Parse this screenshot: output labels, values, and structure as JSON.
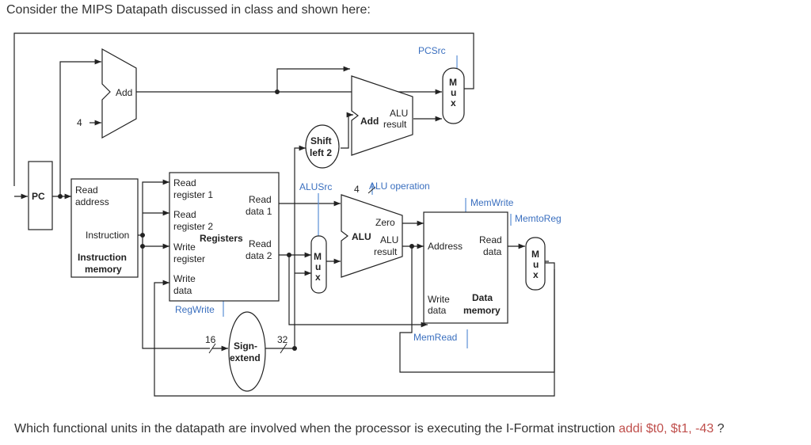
{
  "intro_text": "Consider the MIPS Datapath discussed in class and shown here:",
  "question": {
    "prefix": "Which functional units in the datapath are involved when the processor is executing the I-Format instruction ",
    "instruction": "addi $t0, $t1, -43",
    "suffix": " ?"
  },
  "datapath": {
    "pc": "PC",
    "const_four": "4",
    "add_top": "Add",
    "pcsrc": "PCSrc",
    "mux_letters": [
      "M",
      "u",
      "x"
    ],
    "shift_left2": [
      "Shift",
      "left 2"
    ],
    "branch_adder": {
      "add": "Add",
      "alu": "ALU",
      "result": "result"
    },
    "instruction_memory": {
      "read": "Read",
      "address": "address",
      "instruction": "Instruction",
      "title1": "Instruction",
      "title2": "memory"
    },
    "registers": {
      "read_reg1": [
        "Read",
        "register 1"
      ],
      "read_reg2": [
        "Read",
        "register 2"
      ],
      "write_reg": [
        "Write",
        "register"
      ],
      "write_data": [
        "Write",
        "data"
      ],
      "read_data1": [
        "Read",
        "data 1"
      ],
      "read_data2": [
        "Read",
        "data 2"
      ],
      "title": "Registers",
      "regwrite": "RegWrite"
    },
    "sign_extend": {
      "line1": "Sign-",
      "line2": "extend",
      "in_bits": "16",
      "out_bits": "32"
    },
    "alusrc": "ALUSrc",
    "alu_op_bits": "4",
    "alu_operation": "ALU operation",
    "alu": {
      "zero": "Zero",
      "alu": "ALU",
      "alu_small": "ALU",
      "result": "result"
    },
    "data_memory": {
      "address": "Address",
      "read": "Read",
      "data": "data",
      "write": "Write",
      "write_data": "data",
      "title1": "Data",
      "title2": "memory"
    },
    "memwrite": "MemWrite",
    "memread": "MemRead",
    "memtoreg": "MemtoReg"
  }
}
